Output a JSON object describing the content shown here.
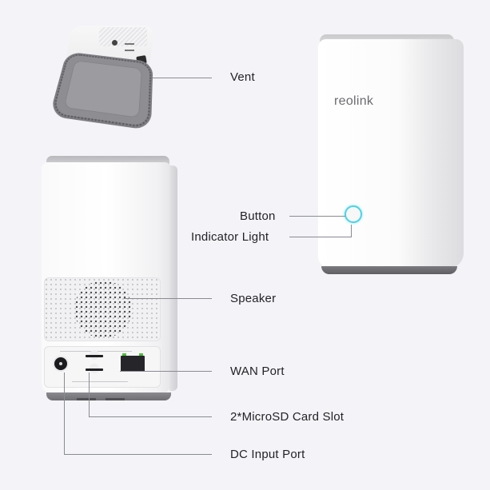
{
  "diagram": {
    "background_color": "#f4f4f8",
    "brand_logo_text": "reolink",
    "accent_led_color": "#4fd3e6",
    "views": {
      "top_left": "Device underside view (vent)",
      "right": "Device front view",
      "bottom_left": "Device rear view"
    },
    "callouts": {
      "vent": "Vent",
      "button": "Button",
      "indicator_light": "Indicator Light",
      "speaker": "Speaker",
      "wan_port": "WAN Port",
      "microsd_slot": "2*MicroSD Card Slot",
      "dc_input_port": "DC Input Port"
    }
  }
}
